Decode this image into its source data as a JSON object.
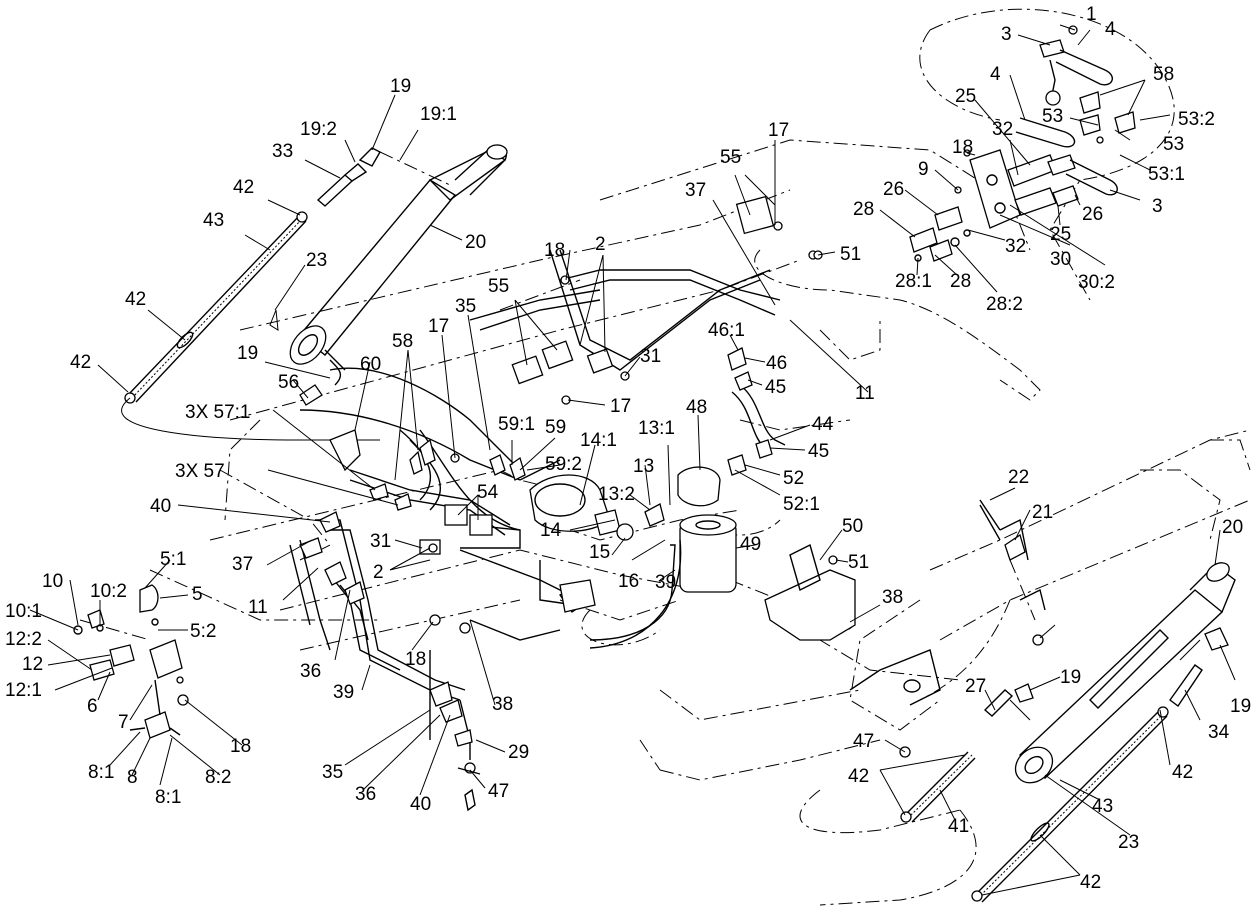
{
  "callouts": [
    "1",
    "4",
    "3",
    "58",
    "4",
    "25",
    "53",
    "53:2",
    "53",
    "17",
    "32",
    "18",
    "9",
    "53:1",
    "55",
    "3",
    "26",
    "26",
    "37",
    "28",
    "25",
    "51",
    "32",
    "30",
    "18",
    "2",
    "28:1",
    "28",
    "28:2",
    "30:2",
    "19",
    "19:2",
    "19:1",
    "33",
    "42",
    "20",
    "43",
    "23",
    "42",
    "42",
    "19",
    "35",
    "55",
    "31",
    "46:1",
    "46",
    "11",
    "58",
    "60",
    "56",
    "17",
    "45",
    "17",
    "3X 57:1",
    "44",
    "59:1",
    "59",
    "14:1",
    "13:1",
    "48",
    "45",
    "59:2",
    "3X 57",
    "52",
    "54",
    "13",
    "13:2",
    "52:1",
    "40",
    "50",
    "31",
    "14",
    "22",
    "2",
    "15",
    "49",
    "21",
    "5:1",
    "37",
    "16",
    "51",
    "10",
    "10:2",
    "39",
    "11",
    "5",
    "20",
    "10:1",
    "38",
    "5:2",
    "12:2",
    "18",
    "12",
    "36",
    "19",
    "12:1",
    "6",
    "27",
    "7",
    "39",
    "18",
    "19",
    "38",
    "35",
    "29",
    "8:1",
    "8",
    "8:2",
    "47",
    "34",
    "42",
    "8:1",
    "36",
    "40",
    "47",
    "42",
    "43",
    "41",
    "23",
    "42"
  ]
}
